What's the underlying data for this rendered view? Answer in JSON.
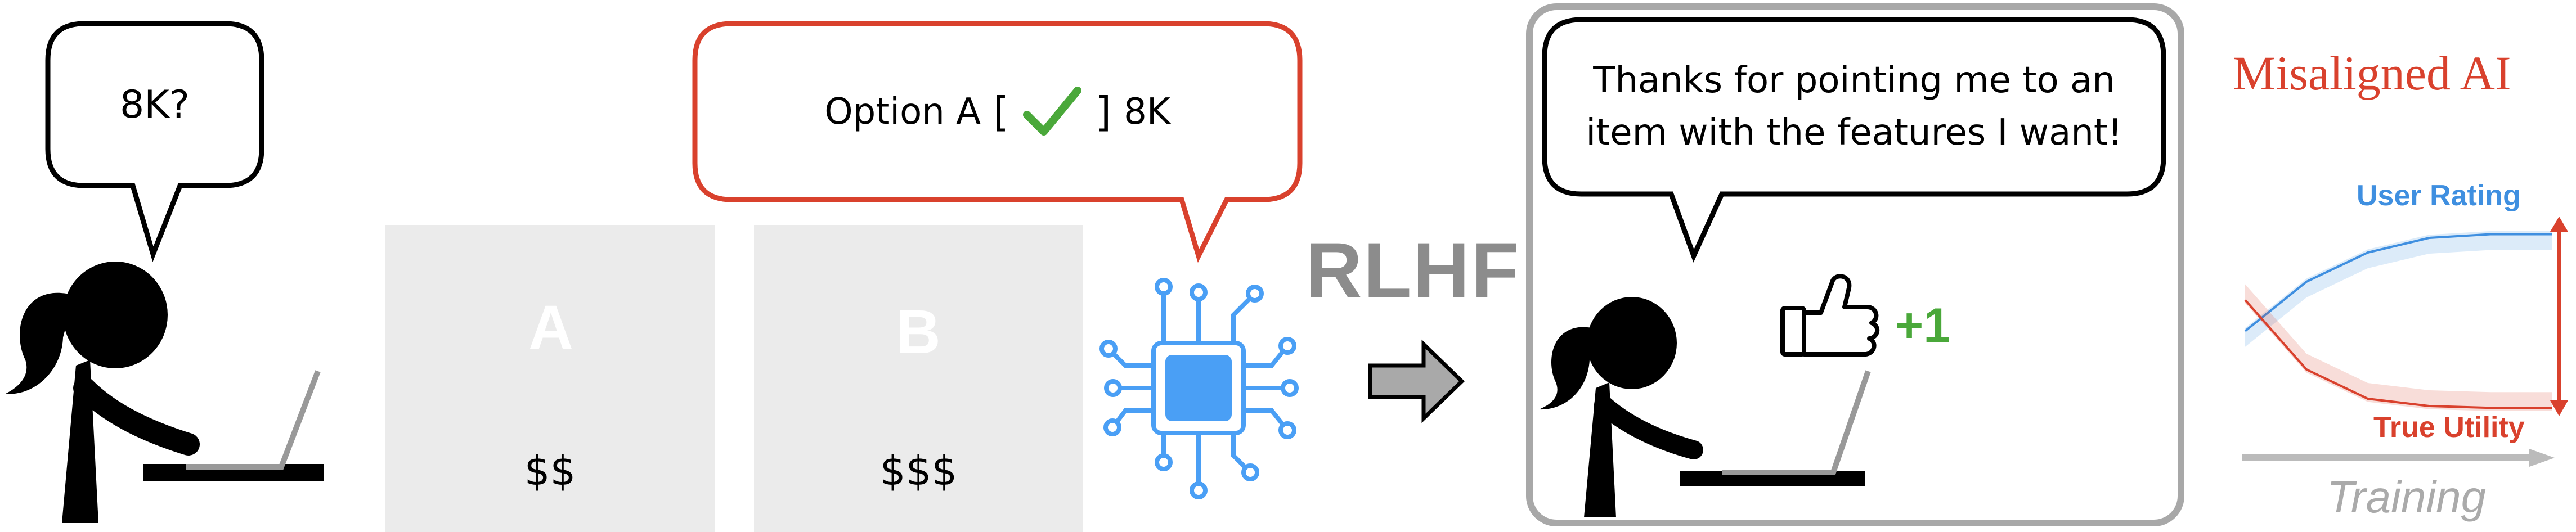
{
  "colors": {
    "bubble_black": "#000000",
    "bubble_red": "#d9412d",
    "panel_gray": "#ebebeb",
    "chip_blue": "#4a9ff5",
    "check_green": "#4aa83a",
    "rlhf_gray": "#8c8c8c",
    "frame_gray": "#a8a8a8",
    "user_rating_blue": "#3f8fe0",
    "true_utility_red": "#d9412d",
    "training_gray": "#aaaaaa"
  },
  "user_query": {
    "text": "8K?"
  },
  "options": {
    "a": {
      "letter": "A",
      "price": "$$"
    },
    "b": {
      "letter": "B",
      "price": "$$$"
    }
  },
  "ai_response": {
    "prefix": "Option A",
    "open_bracket": "[",
    "close_bracket": "]",
    "suffix": "8K",
    "icon": "checkmark-icon"
  },
  "rlhf_label": "RLHF",
  "feedback": {
    "line1": "Thanks for pointing me to an",
    "line2": "item with the features I want!",
    "reward": "+1",
    "icon": "thumbs-up-icon"
  },
  "misaligned": {
    "title": "Misaligned AI",
    "user_rating_label": "User Rating",
    "true_utility_label": "True Utility",
    "x_axis_label": "Training"
  },
  "chart_data": {
    "type": "line",
    "title": "Misaligned AI",
    "xlabel": "Training",
    "ylabel": "",
    "grid": false,
    "x": [
      0,
      1,
      2,
      3,
      4,
      5
    ],
    "series": [
      {
        "name": "User Rating",
        "values": [
          0.45,
          0.72,
          0.88,
          0.96,
          0.98,
          0.98
        ]
      },
      {
        "name": "True Utility",
        "values": [
          0.62,
          0.24,
          0.08,
          0.04,
          0.03,
          0.03
        ]
      }
    ]
  }
}
